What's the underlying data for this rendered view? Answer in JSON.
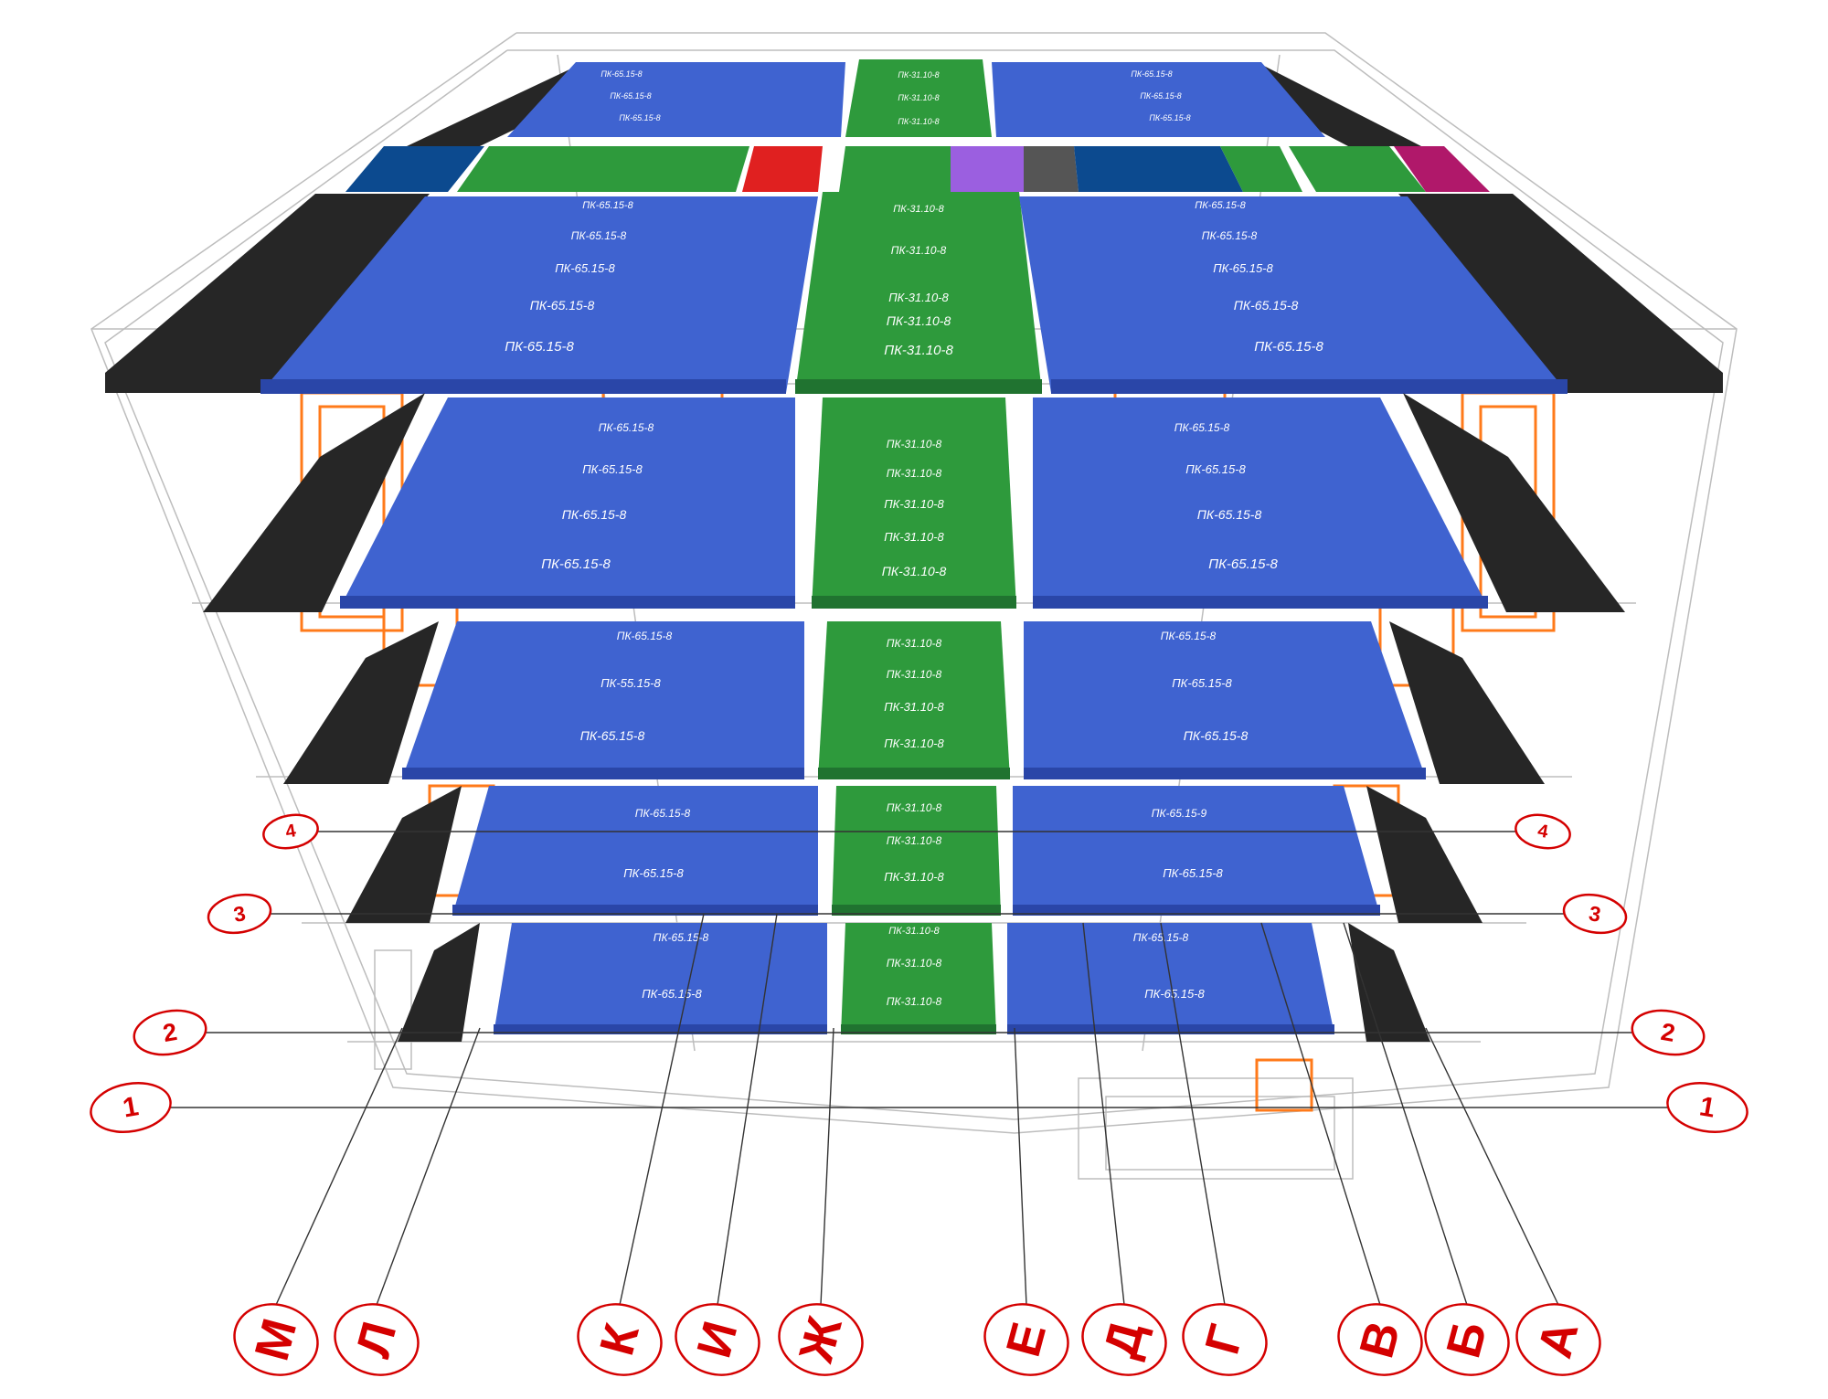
{
  "colors": {
    "slab_blue": "#3f63d0",
    "slab_green": "#2e9a3c",
    "slab_black": "#262626",
    "slab_red": "#e02020",
    "slab_purple": "#9b5fe0",
    "slab_navy": "#0c4a8f",
    "slab_magenta": "#b0186a",
    "slab_grey": "#555555",
    "frame": "#bdbdbd",
    "axis_red": "#d40000",
    "window_orange": "#ff7a1a"
  },
  "slab_labels": {
    "large_wide": "ПК-65.15-8",
    "large_wide_variant": "ПК-65.15-9",
    "large_wide_typo": "ПК-55.15-8",
    "narrow": "ПК-31.10-8"
  },
  "row_axes": [
    "1",
    "2",
    "3",
    "4"
  ],
  "column_axes": [
    "М",
    "Л",
    "К",
    "И",
    "Ж",
    "Е",
    "Д",
    "Г",
    "В",
    "Б",
    "А"
  ]
}
